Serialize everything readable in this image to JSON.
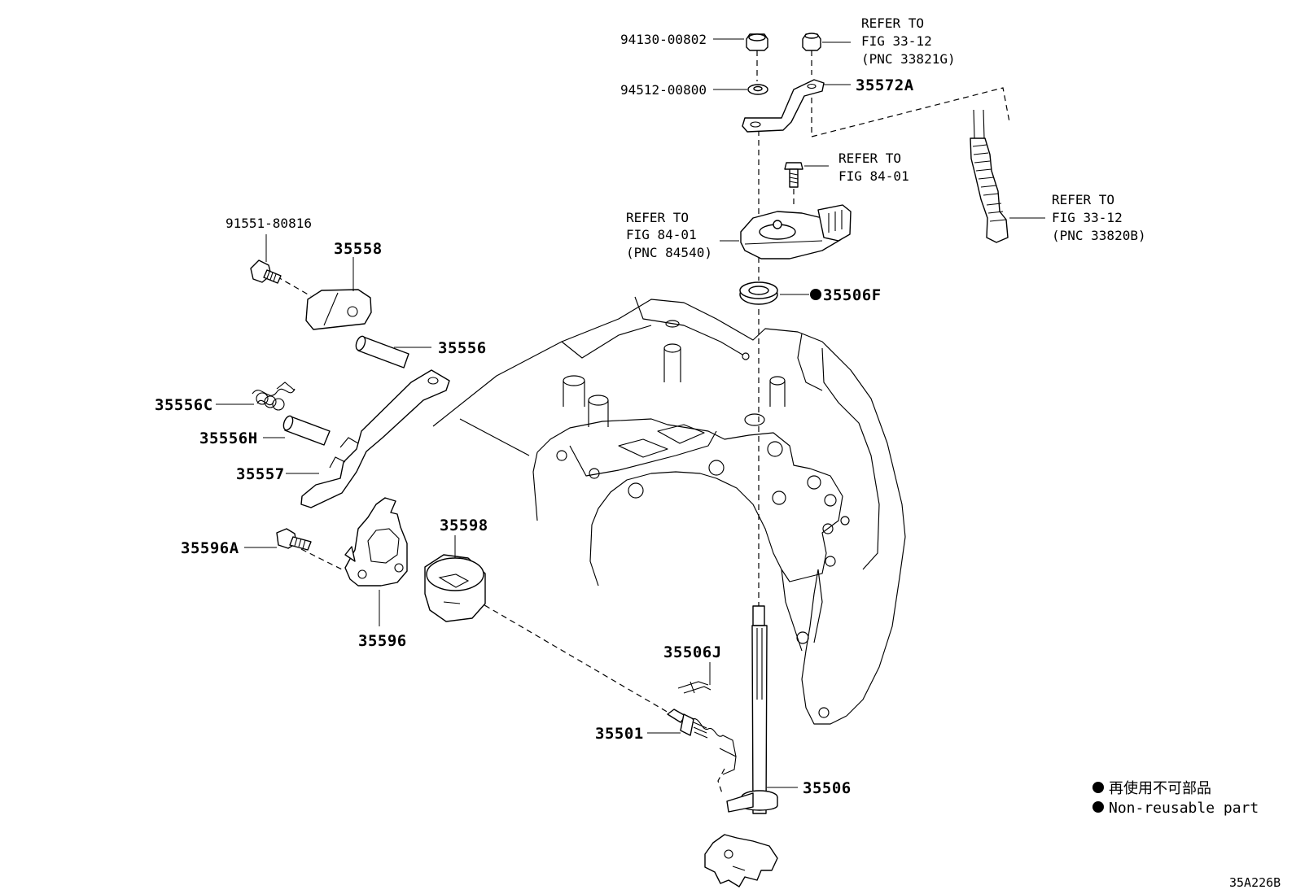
{
  "labels": {
    "p94130": "94130-00802",
    "p94512": "94512-00800",
    "p35572A": "35572A",
    "p91551": "91551-80816",
    "p35558": "35558",
    "p35556": "35556",
    "p35556C": "35556C",
    "p35556H": "35556H",
    "p35557": "35557",
    "p35596A": "35596A",
    "p35596": "35596",
    "p35598": "35598",
    "p35506F": "35506F",
    "p35506J": "35506J",
    "p35501": "35501",
    "p35506": "35506"
  },
  "references": {
    "r1": [
      "REFER TO",
      "FIG 33-12",
      "(PNC 33821G)"
    ],
    "r2": [
      "REFER TO",
      "FIG 84-01"
    ],
    "r3": [
      "REFER TO",
      "FIG 84-01",
      "(PNC 84540)"
    ],
    "r4": [
      "REFER TO",
      "FIG 33-12",
      "(PNC 33820B)"
    ]
  },
  "legend": {
    "line_ja": "再使用不可部品",
    "line_en": "Non-reusable part"
  },
  "figure_code": "35A226B",
  "non_reusable_marker": "●"
}
